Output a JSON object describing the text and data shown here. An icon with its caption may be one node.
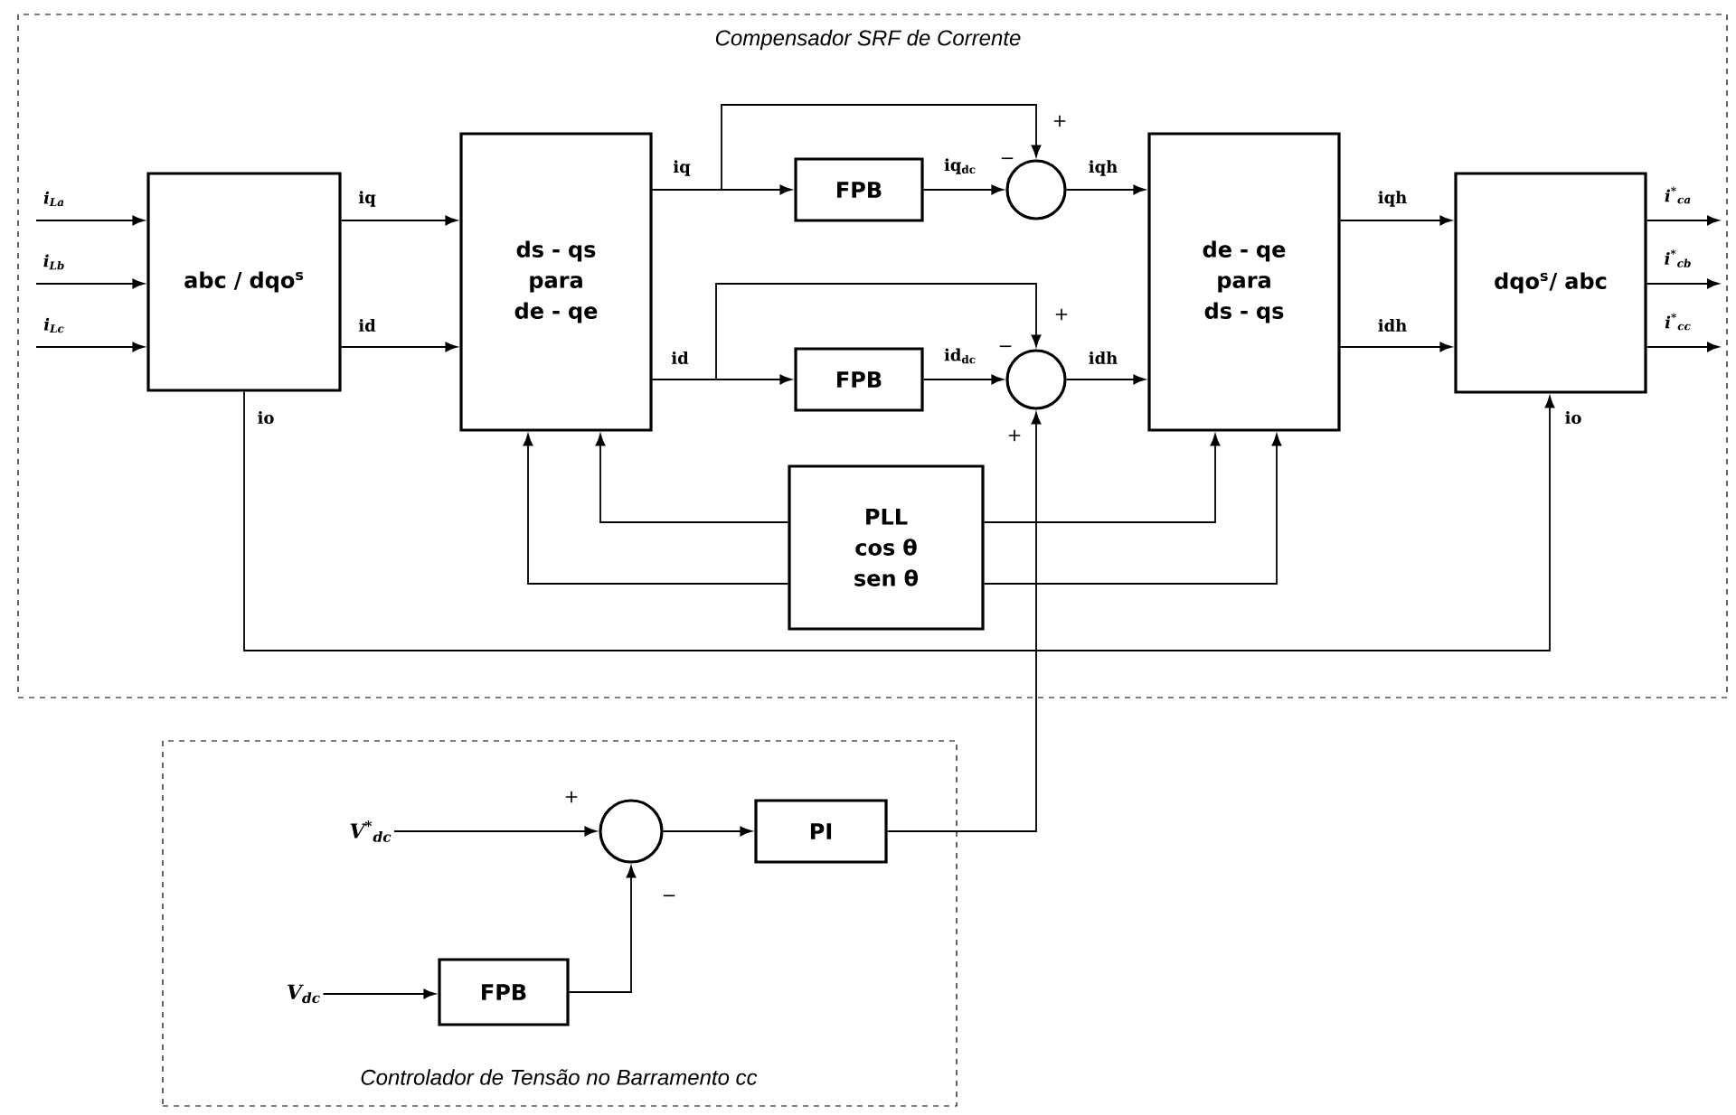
{
  "diagram": {
    "nodes": [
      {
        "text": [
          "Compensador SRF de Corrente"
        ]
      },
      {
        "text": [
          "Controlador de Tensão no Barramento cc"
        ]
      },
      {
        "text": [
          "abc / dqo$^{s}$"
        ],
        "in": 0
      },
      {
        "text": [
          "ds - qs para de - qe"
        ],
        "in": 0
      },
      {
        "text": [
          "FPB"
        ],
        "in": 0
      },
      {
        "text": [],
        "shape": "circle",
        "in": 0
      },
      {
        "text": [
          "FPB"
        ],
        "in": 0
      },
      {
        "text": [],
        "shape": "circle",
        "in": 0
      },
      {
        "text": [
          "de - qe para ds - qs"
        ],
        "in": 0
      },
      {
        "text": [
          "dqo$^{s}$/ abc"
        ],
        "in": 0
      },
      {
        "text": [
          "PLL",
          "cos θ",
          "sen θ"
        ],
        "in": 0
      },
      {
        "text": [],
        "shape": "circle",
        "in": 1
      },
      {
        "text": [
          "PI"
        ],
        "in": 1
      },
      {
        "text": [
          "FPB"
        ],
        "in": 1
      },
      {
        "text": [
          "V$^{*}$$_{dc}$"
        ],
        "in": 1
      },
      {
        "text": [
          "V$_{dc}$"
        ],
        "in": 1
      }
    ],
    "edges": [
      {
        "from": null,
        "to": 2,
        "arrow": "to",
        "label": "i$_{La}$"
      },
      {
        "from": null,
        "to": 2,
        "arrow": "to",
        "label": "i$_{Lb}$"
      },
      {
        "from": null,
        "to": 2,
        "arrow": "to",
        "label": "i$_{Lc}$"
      },
      {
        "from": 2,
        "to": 3,
        "arrow": "to",
        "label": "iq"
      },
      {
        "from": 2,
        "to": 3,
        "arrow": "to",
        "label": "id"
      },
      {
        "from": 3,
        "to": 4,
        "arrow": "to",
        "label": "iq"
      },
      {
        "from": 4,
        "to": 5,
        "arrow": "to",
        "label": "iq$_{dc}$"
      },
      {
        "from": 3,
        "to": 5,
        "arrow": "to"
      },
      {
        "from": 5,
        "to": 8,
        "arrow": "to",
        "label": "iqh"
      },
      {
        "from": 3,
        "to": 6,
        "arrow": "to",
        "label": "id"
      },
      {
        "from": 6,
        "to": 7,
        "arrow": "to",
        "label": "id$_{dc}$"
      },
      {
        "from": 3,
        "to": 7,
        "arrow": "to"
      },
      {
        "from": 7,
        "to": 8,
        "arrow": "to",
        "label": "idh"
      },
      {
        "from": 8,
        "to": 9,
        "arrow": "to",
        "label": "iqh"
      },
      {
        "from": 8,
        "to": 9,
        "arrow": "to",
        "label": "idh"
      },
      {
        "from": 9,
        "to": null,
        "arrow": "to",
        "label": "i$^{*}$$_{ca}$"
      },
      {
        "from": 9,
        "to": null,
        "arrow": "to",
        "label": "i$^{*}$$_{cb}$"
      },
      {
        "from": 9,
        "to": null,
        "arrow": "to",
        "label": "i$^{*}$$_{cc}$"
      },
      {
        "from": 2,
        "to": 9,
        "arrow": "to"
      },
      {
        "from": 10,
        "to": 3,
        "arrow": "to"
      },
      {
        "from": 10,
        "to": 3,
        "arrow": "to"
      },
      {
        "from": 10,
        "to": 8,
        "arrow": "to"
      },
      {
        "from": 10,
        "to": 8,
        "arrow": "to"
      },
      {
        "from": 14,
        "to": 11,
        "arrow": "to"
      },
      {
        "from": 15,
        "to": 13,
        "arrow": "to"
      },
      {
        "from": 13,
        "to": 11,
        "arrow": "to"
      },
      {
        "from": 11,
        "to": 12,
        "arrow": "to"
      },
      {
        "from": 12,
        "to": 7,
        "arrow": "to"
      }
    ],
    "labels": [
      "+",
      "−",
      "+",
      "−",
      "io",
      "io",
      "+",
      "+",
      "−"
    ]
  }
}
